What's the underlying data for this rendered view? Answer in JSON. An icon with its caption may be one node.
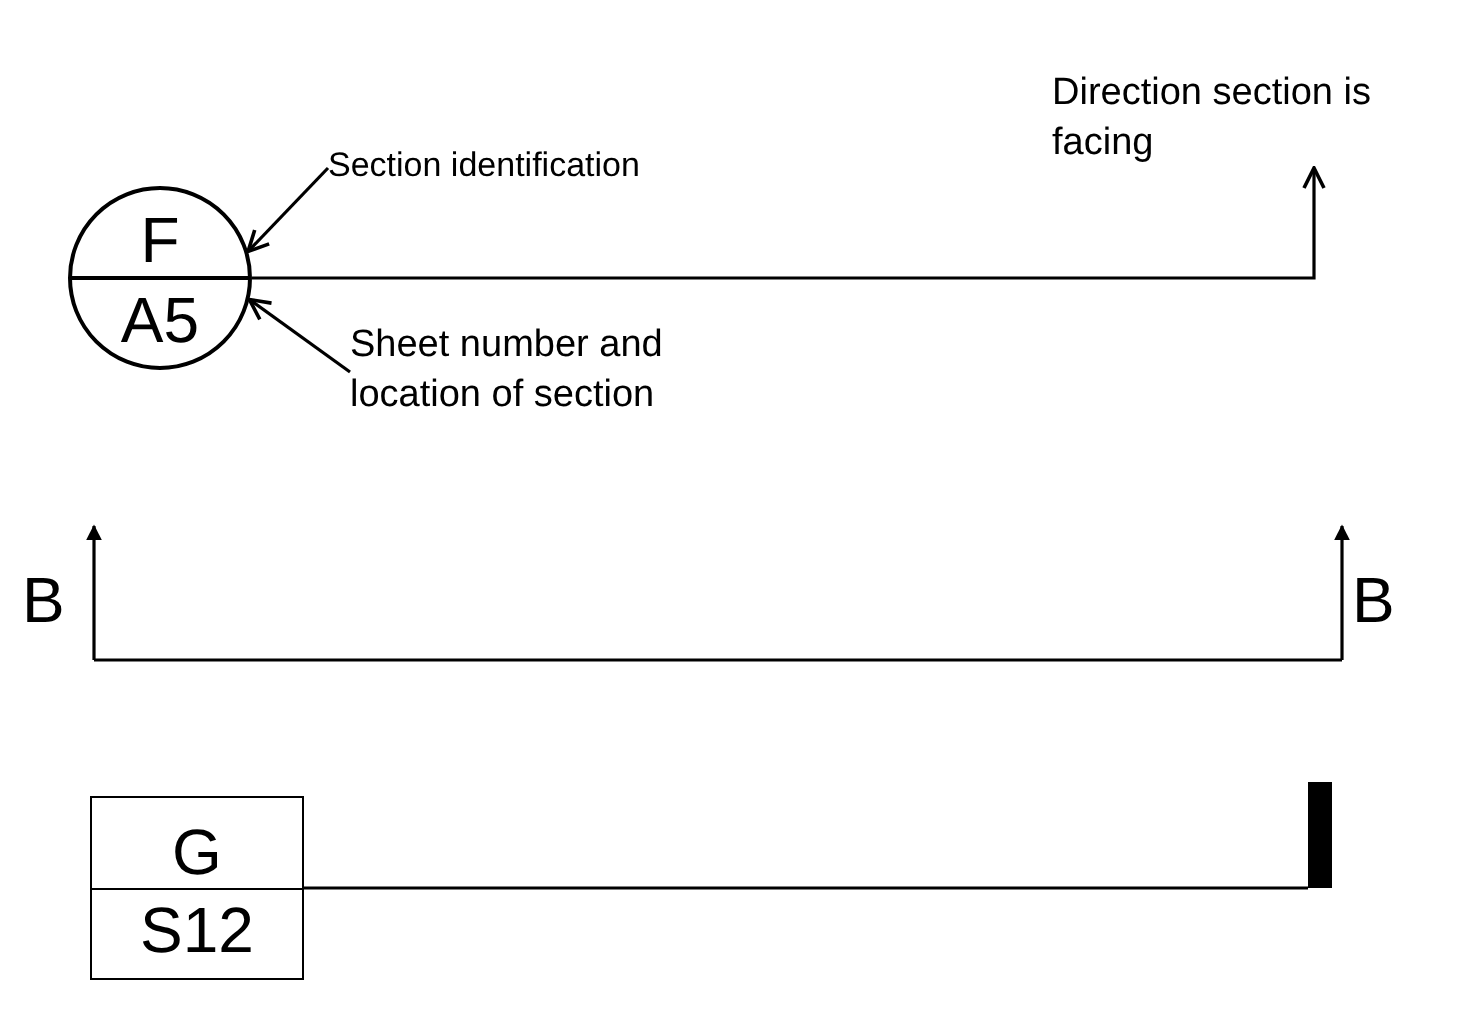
{
  "diagram": {
    "nodes": [
      {
        "text": [
          "F",
          "A5"
        ]
      },
      {
        "text": [
          "Section identification"
        ]
      },
      {
        "text": [
          "Sheet number and location of section"
        ]
      },
      {
        "text": [
          "Direction section is facing"
        ]
      },
      {
        "text": [
          "G",
          "S12"
        ]
      },
      {
        "text": [],
        "shape": "bar"
      }
    ],
    "edges": [
      {
        "from": 1,
        "to": 0,
        "arrow": "to"
      },
      {
        "from": 2,
        "to": 0,
        "arrow": "to"
      },
      {
        "from": 0,
        "to": 3,
        "arrow": "to"
      },
      {
        "from": 4,
        "to": 5,
        "arrow": "none"
      }
    ],
    "labels": [
      "B",
      "B"
    ]
  }
}
